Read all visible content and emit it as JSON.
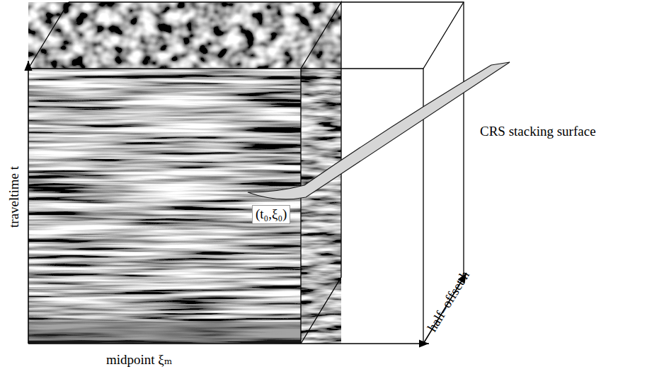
{
  "diagram": {
    "labels": [
      "CRS stacking surface",
      "(t₀,ξ₀)",
      "traveltime  t",
      "midpoint  ξₘ",
      "half–offset h"
    ]
  }
}
